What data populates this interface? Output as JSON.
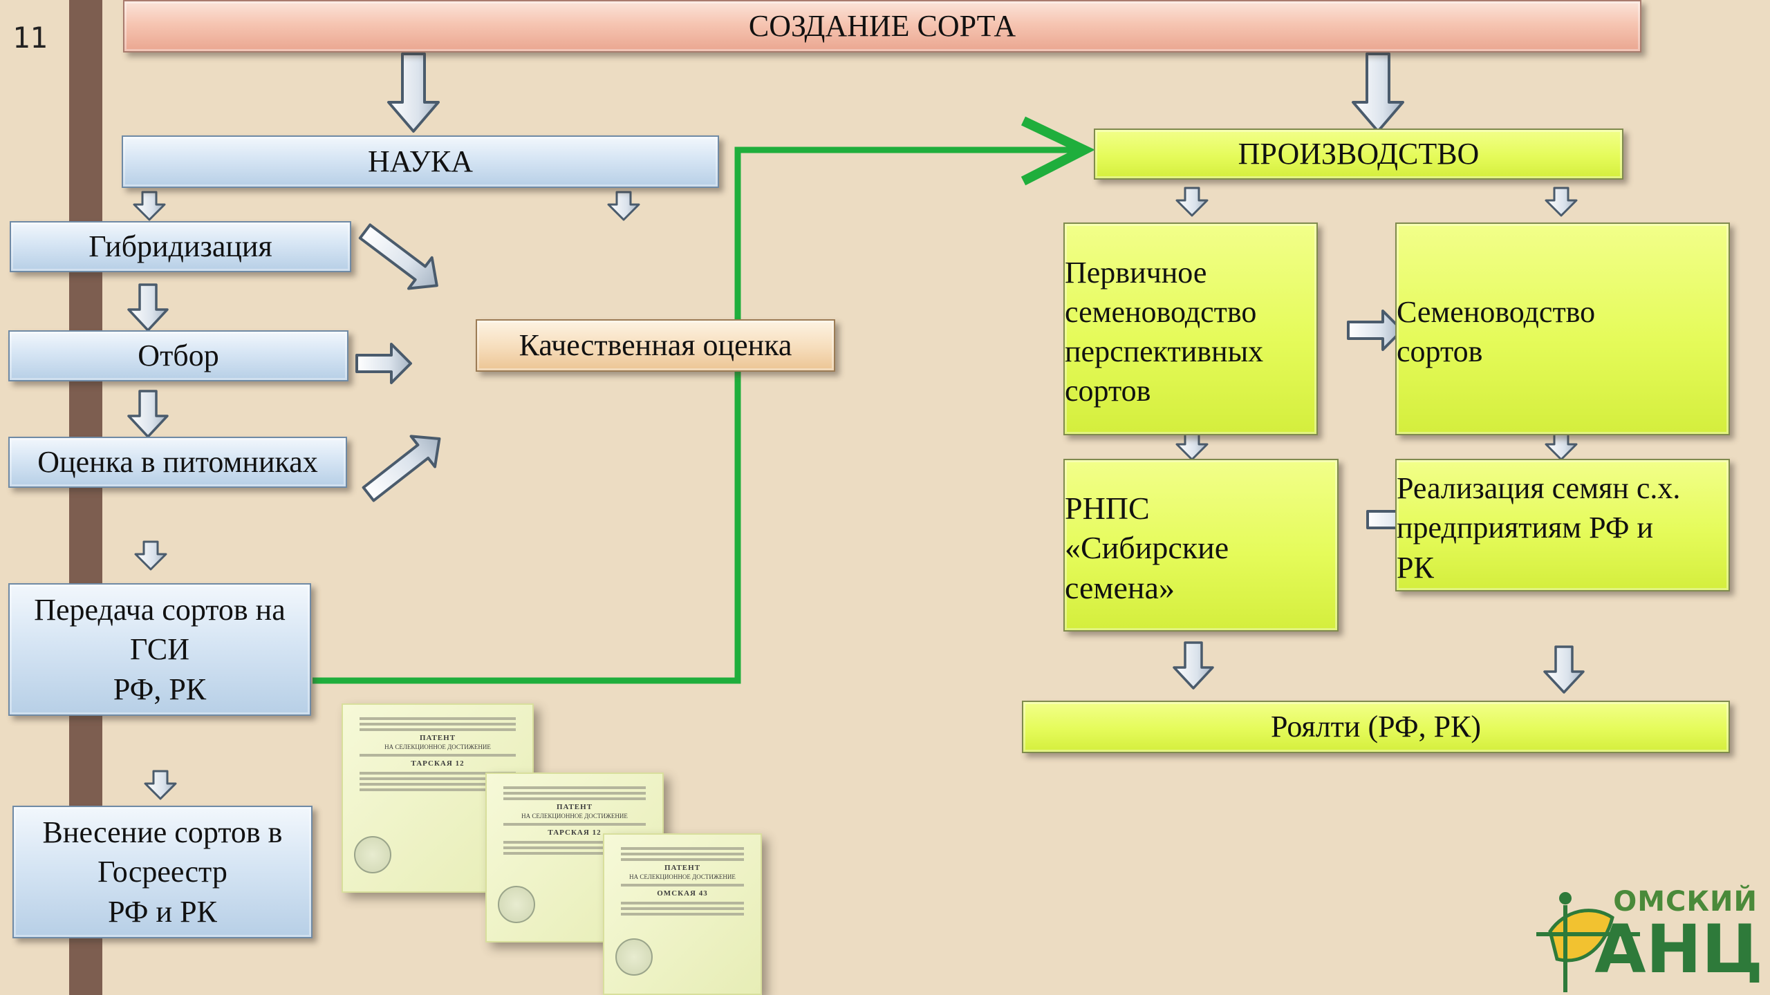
{
  "slide_number": "11",
  "title": "СОЗДАНИЕ СОРТА",
  "science": {
    "header": "НАУКА",
    "hybridization": "Гибридизация",
    "selection": "Отбор",
    "nursery_evaluation": "Оценка в питомниках",
    "quality_evaluation": "Качественная оценка",
    "transfer": [
      "Передача сортов на",
      "ГСИ",
      "РФ, РК"
    ],
    "registry": [
      "Внесение сортов в",
      "Госреестр",
      "РФ и РК"
    ]
  },
  "production": {
    "header": "ПРОИЗВОДСТВО",
    "primary": [
      "Первичное",
      "семеноводство",
      "перспективных",
      "сортов"
    ],
    "seed_production": [
      "Семеноводство",
      "сортов"
    ],
    "rnps": [
      "РНПС",
      "«Сибирские",
      "семена»"
    ],
    "realization": [
      "Реализация семян с.х.",
      "предприятиям РФ и",
      "РК"
    ],
    "royalty": "Роялти (РФ, РК)"
  },
  "patents": [
    {
      "header": "ПАТЕНТ",
      "sub": "НА СЕЛЕКЦИОННОЕ ДОСТИЖЕНИЕ",
      "variety": "ТАРСКАЯ 12"
    },
    {
      "header": "ПАТЕНТ",
      "sub": "НА СЕЛЕКЦИОННОЕ ДОСТИЖЕНИЕ",
      "variety": "ТАРСКАЯ 12"
    },
    {
      "header": "ПАТЕНТ",
      "sub": "НА СЕЛЕКЦИОННОЕ ДОСТИЖЕНИЕ",
      "variety": "ОМСКАЯ 43"
    }
  ],
  "logo": {
    "top": "ОМСКИЙ",
    "bottom": "АНЦ"
  },
  "colors": {
    "flow_line": "#1fae3c",
    "arrow_fill": "#dfe7ef",
    "arrow_stroke": "#4a5b6c"
  }
}
